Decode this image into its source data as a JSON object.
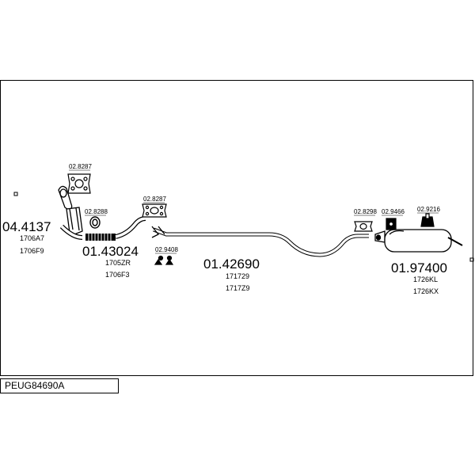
{
  "diagram": {
    "footer_code": "PEUG84690A",
    "parts": {
      "cat": {
        "number": "04.4137",
        "refs": [
          "1706A7",
          "1706F9"
        ]
      },
      "front_pipe": {
        "number": "01.43024",
        "refs": [
          "1705ZR",
          "1706F3"
        ]
      },
      "mid_pipe": {
        "number": "01.42690",
        "refs": [
          "171729",
          "1717Z9"
        ]
      },
      "rear_silencer": {
        "number": "01.97400",
        "refs": [
          "1726KL",
          "1726KX"
        ]
      }
    },
    "fittings": {
      "gasket_top": "02.8287",
      "ring_seal": "02.8288",
      "clamp_mid": "02.8287",
      "hanger_front": "02.9408",
      "clamp_rear": "02.8298",
      "rubber_mount": "02.9466",
      "rear_mount": "02.9216"
    }
  }
}
